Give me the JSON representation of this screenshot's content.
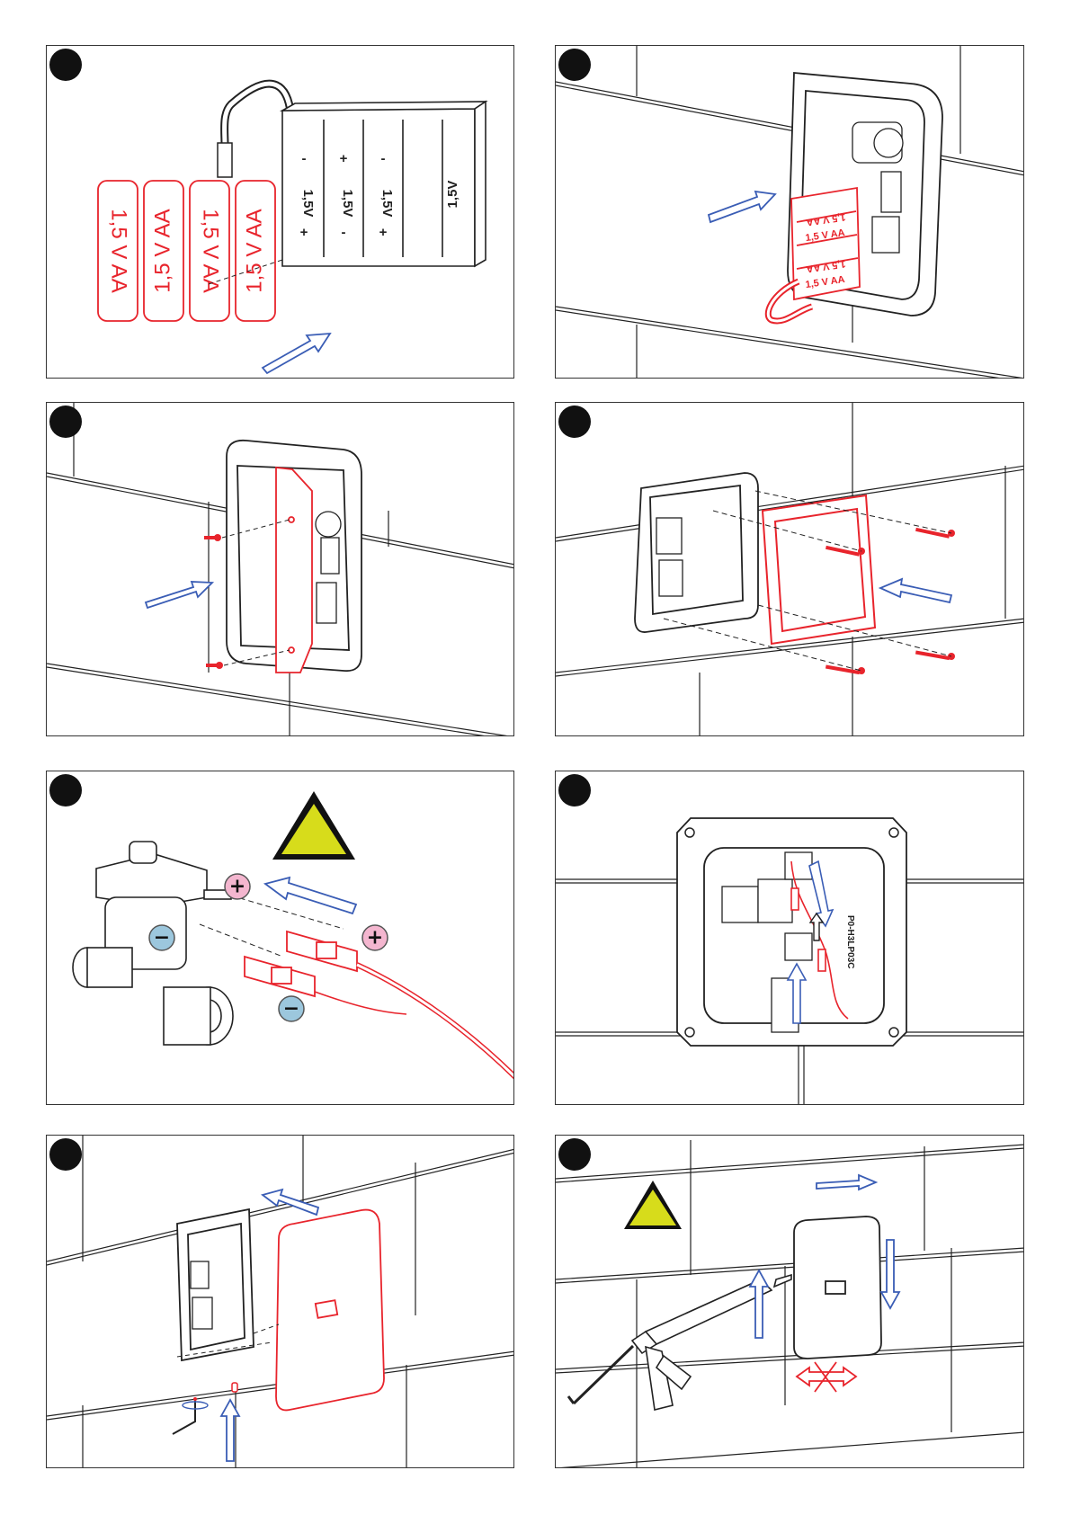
{
  "battery": {
    "cell_label": "1,5 V AA",
    "holder_label": "1,5V",
    "plus": "+",
    "minus": "-"
  },
  "polarity": {
    "plus": "+",
    "minus": "−"
  },
  "module_label": "P0-H3LP03C",
  "colors": {
    "highlight": "#e8242c",
    "arrow": "#3a5db5",
    "warning": "#d7dc1b",
    "plus_badge": "#f4b6cf",
    "minus_badge": "#9cc7dd",
    "line": "#222222"
  }
}
